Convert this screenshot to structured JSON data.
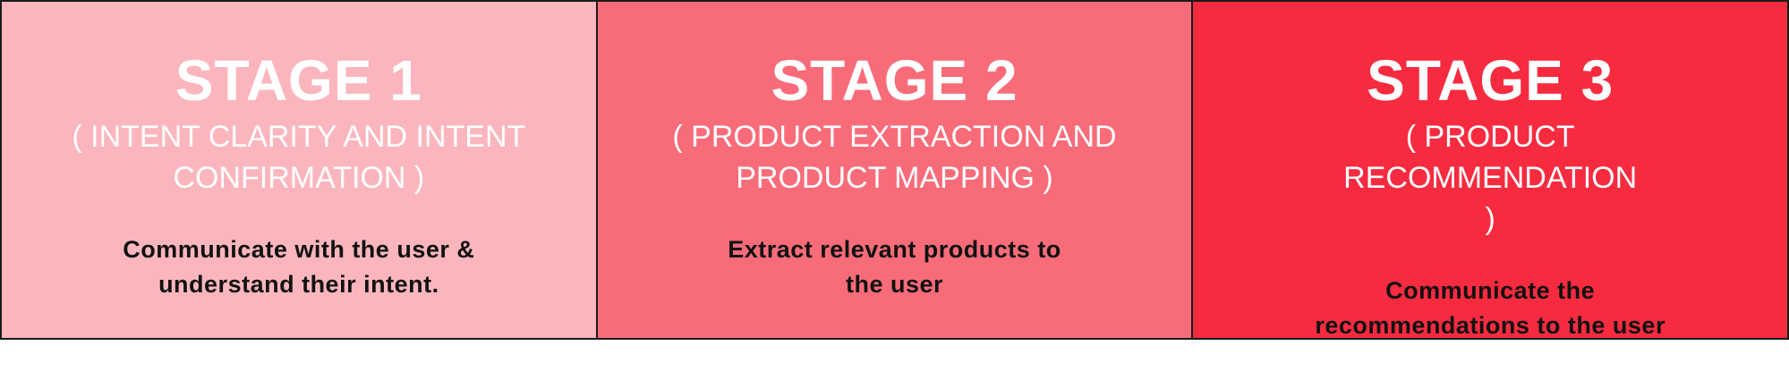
{
  "stages": [
    {
      "title": "STAGE 1",
      "subtitle": "( INTENT CLARITY AND INTENT CONFIRMATION )",
      "description": "Communicate with the user & understand their intent."
    },
    {
      "title": "STAGE 2",
      "subtitle": "( PRODUCT EXTRACTION AND PRODUCT MAPPING )",
      "description": "Extract relevant products to the user"
    },
    {
      "title": "STAGE 3",
      "subtitle": "( PRODUCT RECOMMENDATION )",
      "description": "Communicate the recommendations to the user"
    }
  ],
  "colors": {
    "stage_1": "#fbb6bd",
    "stage_2": "#f86c7a",
    "stage_3": "#f62b3f",
    "title_text": "#ffffff",
    "description_text": "#111111",
    "border": "#1a1a1a"
  }
}
